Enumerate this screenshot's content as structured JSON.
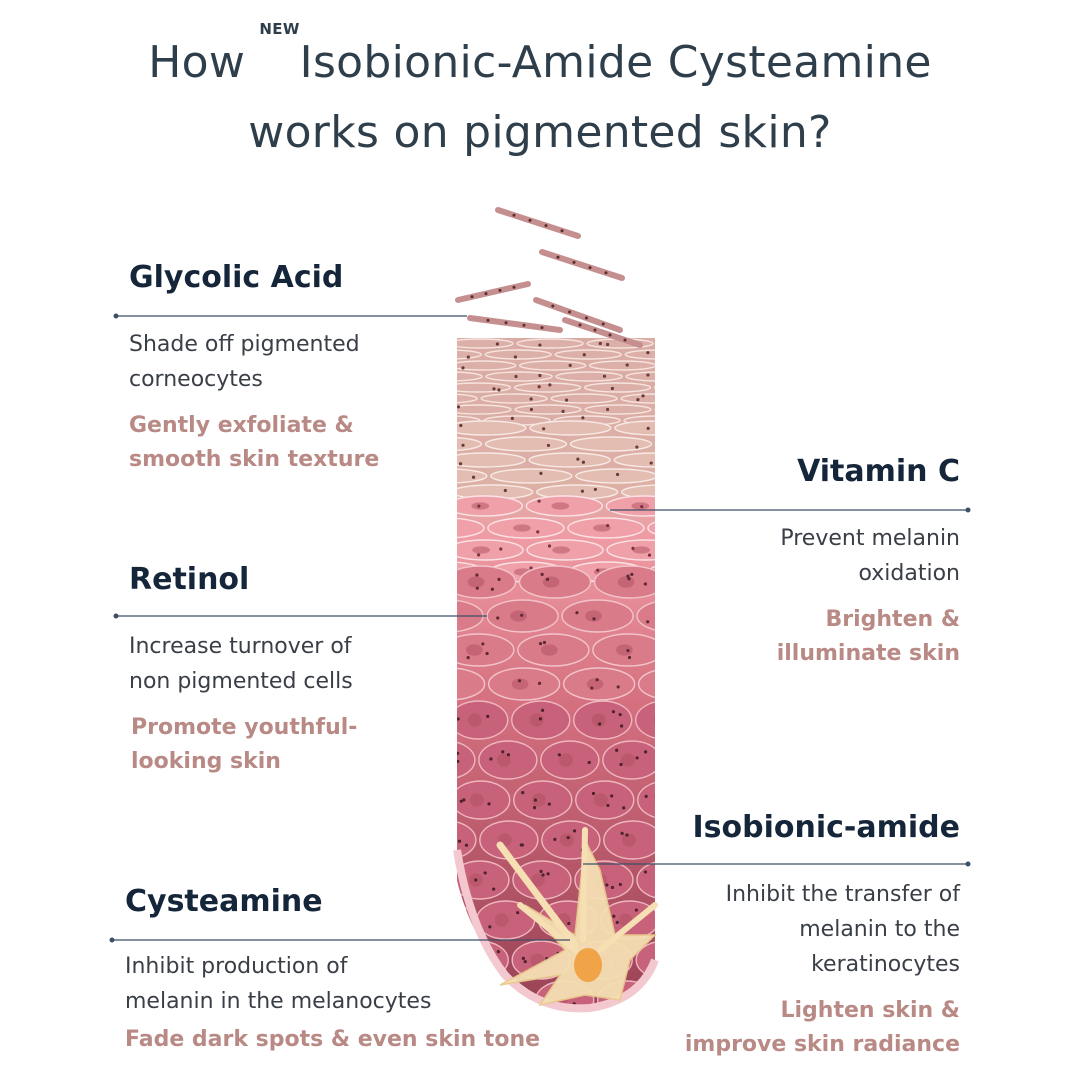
{
  "title": {
    "prefix": "How ",
    "badge": "NEW",
    "line1_rest": "Isobionic-Amide Cysteamine",
    "line2": "works on pigmented skin?"
  },
  "ingredients": [
    {
      "key": "glycolic",
      "heading": "Glycolic Acid",
      "description": "Shade off pigmented\ncorneocytes",
      "benefit": "Gently exfoliate &\nsmooth skin texture"
    },
    {
      "key": "retinol",
      "heading": "Retinol",
      "description": "Increase turnover of\nnon pigmented cells",
      "benefit": "Promote youthful-\nlooking skin"
    },
    {
      "key": "cysteamine",
      "heading": "Cysteamine",
      "description": "Inhibit production of\nmelanin in the melanocytes",
      "benefit": "Fade dark spots & even skin tone"
    },
    {
      "key": "vitamin-c",
      "heading": "Vitamin C",
      "description": "Prevent melanin\noxidation",
      "benefit": "Brighten &\nilluminate skin"
    },
    {
      "key": "isobionic",
      "heading": "Isobionic-amide",
      "description": "Inhibit the transfer of\nmelanin to the\nkeratinocytes",
      "benefit": "Lighten skin &\nimprove skin radiance"
    }
  ],
  "colors": {
    "heading": "#15263a",
    "description": "#3a3f47",
    "benefit": "#b98a85",
    "leader_line": "#3d4f66",
    "skin_top": "#d9aba4",
    "skin_mid": "#e8868e",
    "skin_deep": "#9a4256",
    "melanocyte": "#f5dfb3",
    "melanocyte_nucleus": "#f0a347"
  }
}
